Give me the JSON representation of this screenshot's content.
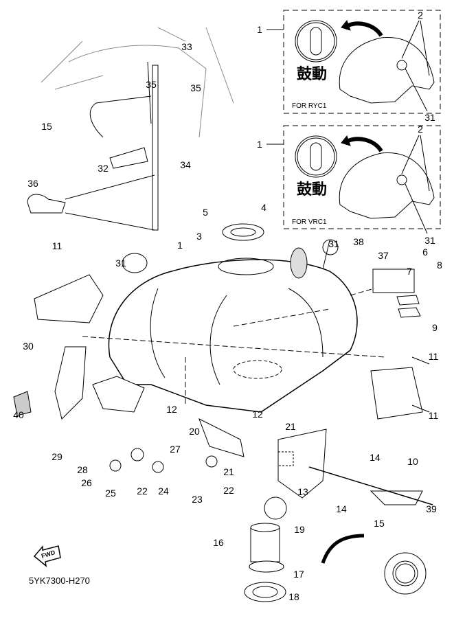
{
  "diagram": {
    "code": "5YK7300-H270",
    "fwd_label": "FWD",
    "inset_ryc1": {
      "note": "FOR RYC1",
      "logo_text": "鼓動",
      "callouts": [
        "1",
        "2",
        "31"
      ]
    },
    "inset_vrc1": {
      "note": "FOR VRC1",
      "logo_text": "鼓動",
      "callouts": [
        "1",
        "2",
        "31"
      ]
    },
    "callouts": [
      "33",
      "35",
      "35",
      "15",
      "32",
      "34",
      "36",
      "5",
      "4",
      "3",
      "1",
      "31",
      "31",
      "38",
      "37",
      "6",
      "7",
      "8",
      "9",
      "11",
      "30",
      "11",
      "11",
      "10",
      "29",
      "28",
      "40",
      "12",
      "12",
      "27",
      "20",
      "21",
      "21",
      "26",
      "25",
      "22",
      "24",
      "23",
      "22",
      "13",
      "14",
      "14",
      "19",
      "39",
      "15",
      "16",
      "17",
      "18"
    ]
  }
}
